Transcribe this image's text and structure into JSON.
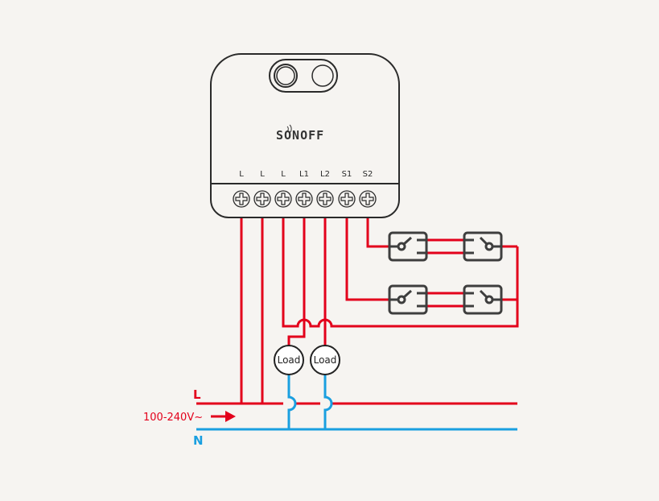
{
  "device": {
    "brand": "SONOFF",
    "terminals": [
      "L",
      "L",
      "L",
      "L1",
      "L2",
      "S1",
      "S2"
    ]
  },
  "loads": [
    {
      "label": "Load"
    },
    {
      "label": "Load"
    }
  ],
  "supply": {
    "live_label": "L",
    "neutral_label": "N",
    "voltage_label": "100-240V~"
  },
  "colors": {
    "live": "#e3001b",
    "neutral": "#1a9fe0",
    "device_outline": "#2a2a2a",
    "background": "#f6f4f1"
  }
}
